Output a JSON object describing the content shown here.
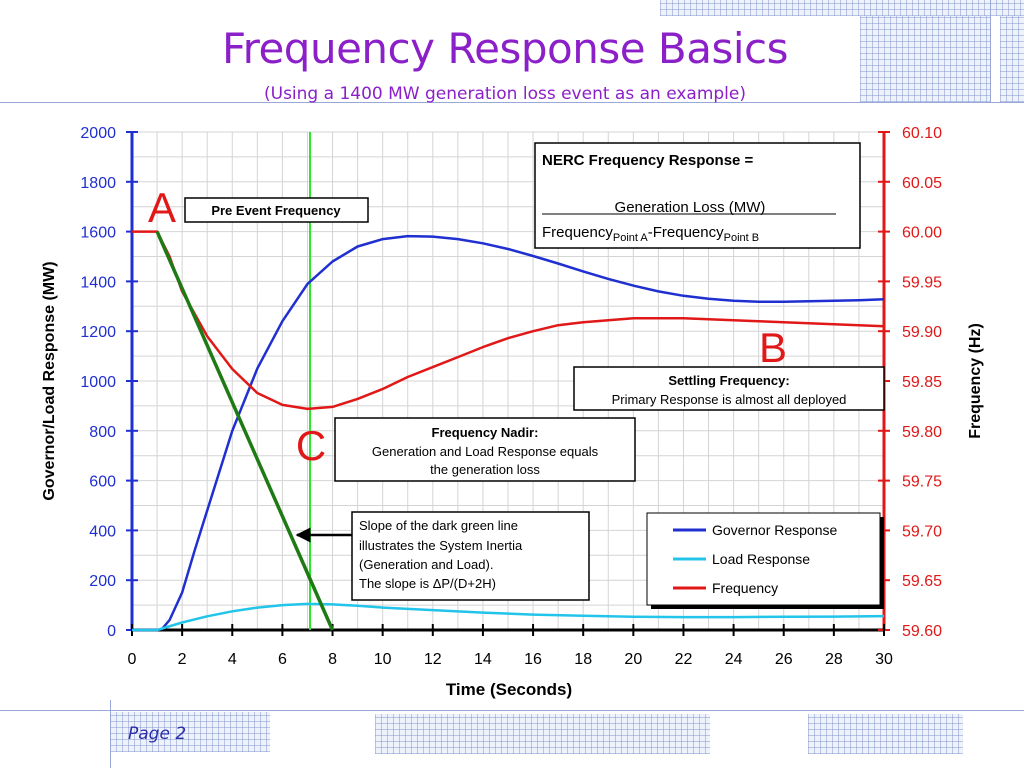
{
  "slide": {
    "title": "Frequency Response Basics",
    "subtitle": "(Using a 1400 MW generation loss event as an example)",
    "page_label": "Page 2"
  },
  "annotations": {
    "point_a": "A",
    "point_b": "B",
    "point_c": "C",
    "pre_event": "Pre Event Frequency",
    "nerc": {
      "heading": "NERC Frequency Response =",
      "numerator": "Generation Loss (MW)",
      "denominator_freq": "Frequency",
      "point_a_sub": "Point A",
      "dash": "-",
      "denominator_freq2": "Frequency",
      "point_b_sub": "Point B"
    },
    "settling": {
      "heading": "Settling Frequency:",
      "text": "Primary Response is almost all deployed"
    },
    "nadir": {
      "heading": "Frequency Nadir:",
      "line1": "Generation and Load Response equals",
      "line2": "the generation loss"
    },
    "slope": {
      "line1": "Slope of the dark green line",
      "line2": "illustrates the System Inertia",
      "line3": "(Generation and Load).",
      "line4": "The slope is ΔP/(D+2H)"
    }
  },
  "chart_data": {
    "type": "line",
    "xlabel": "Time (Seconds)",
    "ylabel_left": "Governor/Load Response (MW)",
    "ylabel_right": "Frequency (Hz)",
    "xlim": [
      0,
      30
    ],
    "ylim_left": [
      0,
      2000
    ],
    "ylim_right": [
      59.6,
      60.1
    ],
    "x_ticks": [
      "0",
      "2",
      "4",
      "6",
      "8",
      "10",
      "12",
      "14",
      "16",
      "18",
      "20",
      "22",
      "24",
      "26",
      "28",
      "30"
    ],
    "left_ticks": [
      "0",
      "200",
      "400",
      "600",
      "800",
      "1000",
      "1200",
      "1400",
      "1600",
      "1800",
      "2000"
    ],
    "right_ticks": [
      "59.60",
      "59.65",
      "59.70",
      "59.75",
      "59.80",
      "59.85",
      "59.90",
      "59.95",
      "60.00",
      "60.05",
      "60.10"
    ],
    "grid": true,
    "legend_position": "bottom-right",
    "series": [
      {
        "name": "Governor Response",
        "axis": "left",
        "color": "#1f2fd0",
        "x": [
          0,
          1,
          1.2,
          1.5,
          2,
          2.5,
          3,
          4,
          5,
          6,
          7,
          8,
          9,
          10,
          11,
          12,
          13,
          14,
          15,
          16,
          17,
          18,
          19,
          20,
          21,
          22,
          23,
          24,
          25,
          26,
          27,
          28,
          29,
          30
        ],
        "y": [
          0,
          0,
          5,
          40,
          150,
          320,
          480,
          800,
          1050,
          1240,
          1390,
          1480,
          1540,
          1570,
          1582,
          1580,
          1570,
          1553,
          1530,
          1502,
          1472,
          1440,
          1410,
          1383,
          1360,
          1342,
          1330,
          1322,
          1318,
          1318,
          1320,
          1322,
          1324,
          1328
        ]
      },
      {
        "name": "Load Response",
        "axis": "left",
        "color": "#22c4ea",
        "x": [
          0,
          1,
          2,
          3,
          4,
          5,
          6,
          7,
          8,
          9,
          10,
          12,
          14,
          16,
          18,
          20,
          22,
          24,
          26,
          28,
          30
        ],
        "y": [
          0,
          0,
          30,
          55,
          75,
          90,
          100,
          105,
          103,
          97,
          90,
          80,
          70,
          62,
          57,
          53,
          52,
          52,
          53,
          54,
          56
        ]
      },
      {
        "name": "Frequency",
        "axis": "right",
        "color": "#e01818",
        "x": [
          0,
          1,
          1.5,
          2,
          3,
          4,
          5,
          6,
          7,
          8,
          9,
          10,
          11,
          12,
          13,
          14,
          15,
          16,
          17,
          18,
          19,
          20,
          21,
          22,
          23,
          24,
          25,
          26,
          27,
          28,
          29,
          30
        ],
        "y": [
          60.0,
          60.0,
          59.975,
          59.94,
          59.895,
          59.862,
          59.838,
          59.826,
          59.822,
          59.824,
          59.832,
          59.842,
          59.854,
          59.864,
          59.874,
          59.884,
          59.893,
          59.9,
          59.906,
          59.909,
          59.911,
          59.913,
          59.913,
          59.913,
          59.912,
          59.911,
          59.91,
          59.909,
          59.908,
          59.907,
          59.906,
          59.905
        ]
      },
      {
        "name": "",
        "axis": "left",
        "color": "#1e7a14",
        "x": [
          1,
          8
        ],
        "y": [
          1600,
          0
        ]
      },
      {
        "name": "",
        "axis": "left",
        "color": "#2ce62c",
        "x": [
          7.1,
          7.1
        ],
        "y": [
          0,
          2000
        ]
      }
    ]
  }
}
